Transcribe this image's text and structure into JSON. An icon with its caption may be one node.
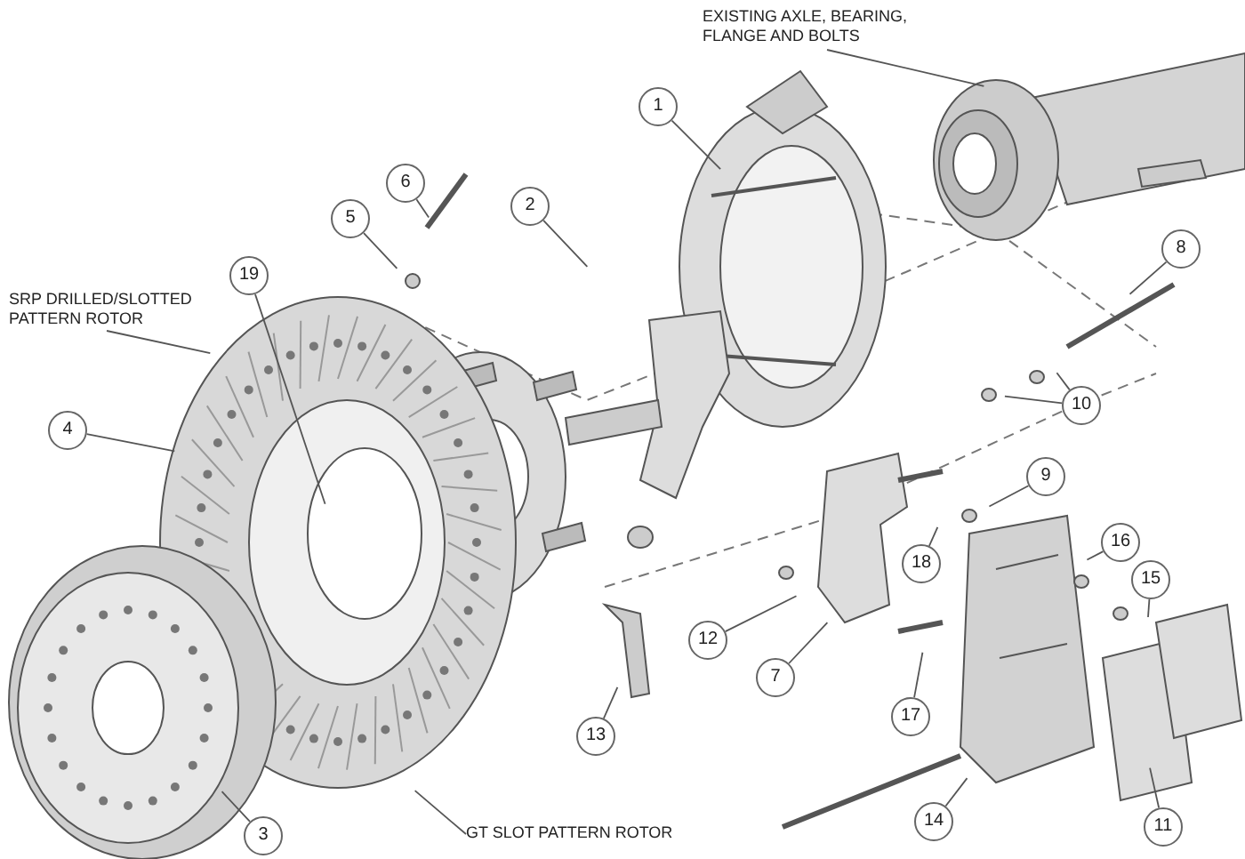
{
  "diagram": {
    "nodes": [
      {
        "text": [
          "EXISTING AXLE, BEARING, FLANGE AND BOLTS"
        ]
      },
      {
        "text": [
          "1"
        ]
      },
      {
        "text": [
          "6"
        ]
      },
      {
        "text": [
          "2"
        ]
      },
      {
        "text": [
          "5"
        ]
      },
      {
        "text": [
          "8"
        ]
      },
      {
        "text": [
          "19"
        ]
      },
      {
        "text": [
          "SRP DRILLED/SLOTTED PATTERN ROTOR"
        ]
      },
      {
        "text": [
          "4"
        ]
      },
      {
        "text": [
          "10"
        ]
      },
      {
        "text": [
          "9"
        ]
      },
      {
        "text": [
          "16"
        ]
      },
      {
        "text": [
          "12"
        ]
      },
      {
        "text": [
          "18"
        ]
      },
      {
        "text": [
          "15"
        ]
      },
      {
        "text": [
          "7"
        ]
      },
      {
        "text": [
          "17"
        ]
      },
      {
        "text": [
          "13"
        ]
      },
      {
        "text": [
          "3"
        ]
      },
      {
        "text": [
          "14"
        ]
      },
      {
        "text": [
          "11"
        ]
      },
      {
        "text": [
          "GT SLOT PATTERN ROTOR"
        ]
      }
    ],
    "edges": [
      {
        "from": 0,
        "to": null,
        "arrow": "none"
      },
      {
        "from": 1,
        "to": null,
        "arrow": "none"
      },
      {
        "from": 2,
        "to": null,
        "arrow": "none"
      },
      {
        "from": 3,
        "to": null,
        "arrow": "none"
      },
      {
        "from": 4,
        "to": null,
        "arrow": "none"
      },
      {
        "from": 5,
        "to": null,
        "arrow": "none"
      },
      {
        "from": 6,
        "to": null,
        "arrow": "none"
      },
      {
        "from": 7,
        "to": null,
        "arrow": "none"
      },
      {
        "from": 8,
        "to": null,
        "arrow": "none"
      },
      {
        "from": 9,
        "to": null,
        "arrow": "none"
      },
      {
        "from": 9,
        "to": null,
        "arrow": "none"
      },
      {
        "from": 10,
        "to": null,
        "arrow": "none"
      },
      {
        "from": 11,
        "to": null,
        "arrow": "none"
      },
      {
        "from": 12,
        "to": null,
        "arrow": "none"
      },
      {
        "from": 13,
        "to": null,
        "arrow": "none"
      },
      {
        "from": 14,
        "to": null,
        "arrow": "none"
      },
      {
        "from": 15,
        "to": null,
        "arrow": "none"
      },
      {
        "from": 16,
        "to": null,
        "arrow": "none"
      },
      {
        "from": 17,
        "to": null,
        "arrow": "none"
      },
      {
        "from": 18,
        "to": null,
        "arrow": "none"
      },
      {
        "from": 19,
        "to": null,
        "arrow": "none"
      },
      {
        "from": 20,
        "to": null,
        "arrow": "none"
      },
      {
        "from": 21,
        "to": null,
        "arrow": "none"
      }
    ]
  }
}
